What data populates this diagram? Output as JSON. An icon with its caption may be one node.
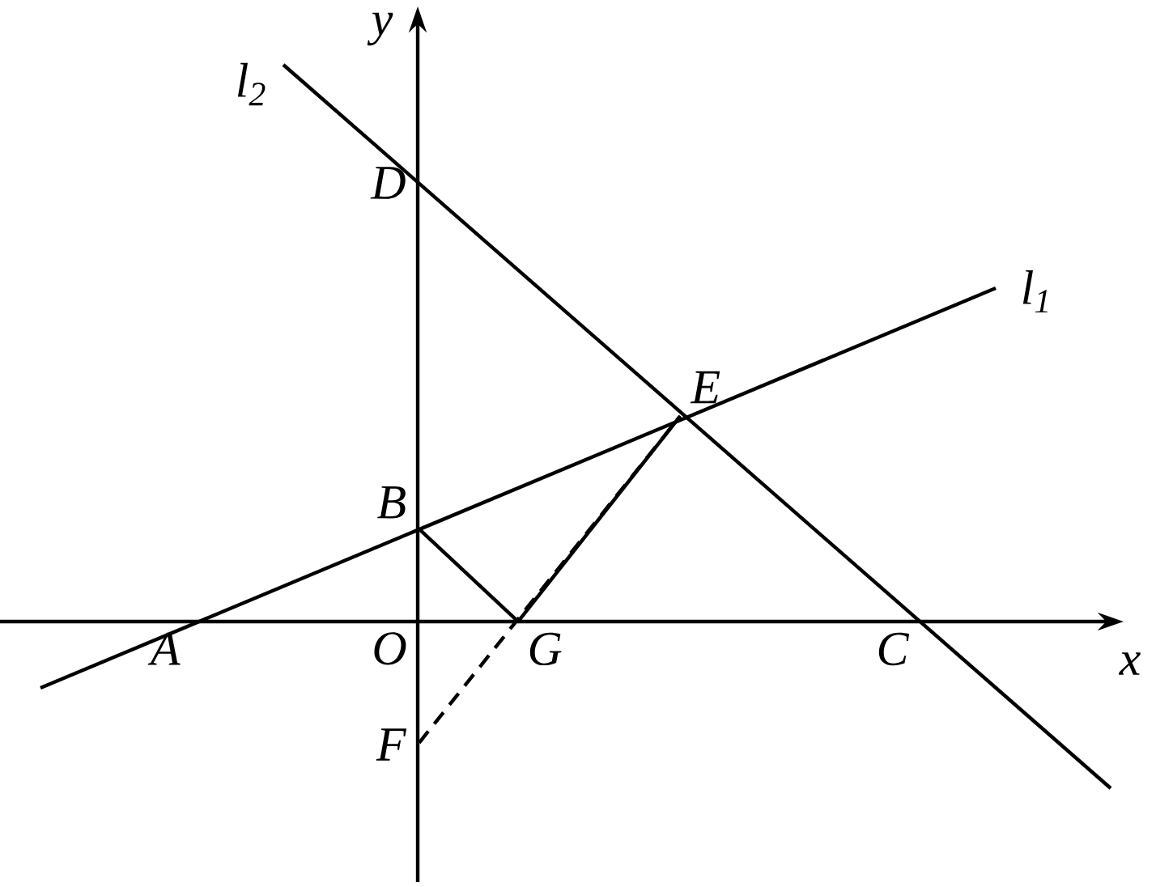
{
  "diagram": {
    "nodes": [
      {
        "text": [
          "D"
        ]
      },
      {
        "text": [
          "E"
        ]
      },
      {
        "text": [
          "B"
        ]
      },
      {
        "text": [
          "A"
        ]
      },
      {
        "text": [
          "O"
        ]
      },
      {
        "text": [
          "G"
        ]
      },
      {
        "text": [
          "C"
        ]
      },
      {
        "text": [
          "F"
        ]
      }
    ],
    "edges": [
      {
        "from": 2,
        "to": 5,
        "arrow": "none"
      },
      {
        "from": 5,
        "to": 1,
        "arrow": "none"
      },
      {
        "from": 7,
        "to": 1,
        "arrow": "none",
        "style": "dashed"
      }
    ],
    "labels": [
      "y",
      "l$_{2}$",
      "l$_{1}$",
      "x"
    ]
  }
}
